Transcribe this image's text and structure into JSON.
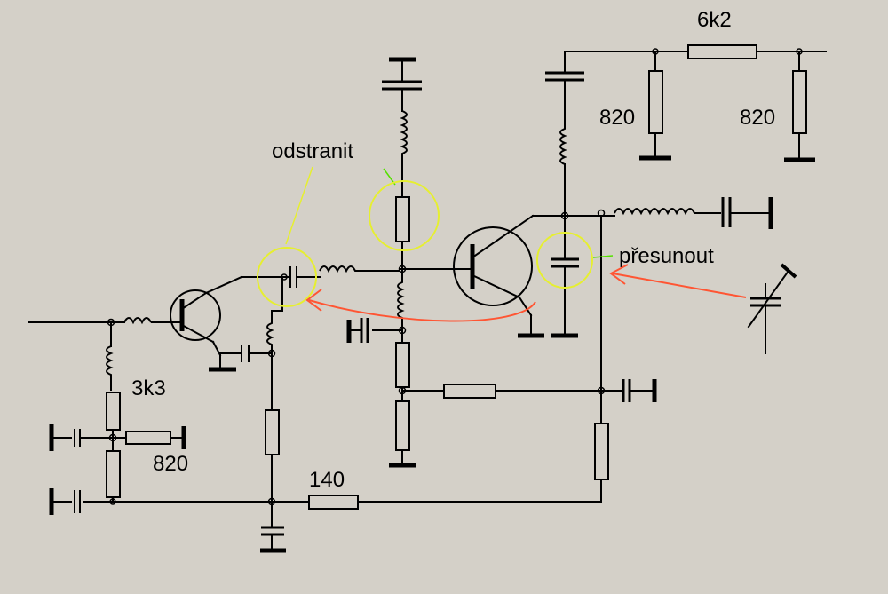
{
  "labels": {
    "r_6k2": "6k2",
    "r_820_a": "820",
    "r_820_b": "820",
    "r_3k3": "3k3",
    "r_820_c": "820",
    "r_140": "140",
    "note_remove": "odstranit",
    "note_move": "přesunout"
  },
  "colors": {
    "background": "#d4d0c8",
    "wire": "#000000",
    "highlight_circle": "#e6ef30",
    "annotation_green": "#55e000",
    "annotation_yellow": "#e6ef30",
    "arrow_red": "#ff5533"
  }
}
